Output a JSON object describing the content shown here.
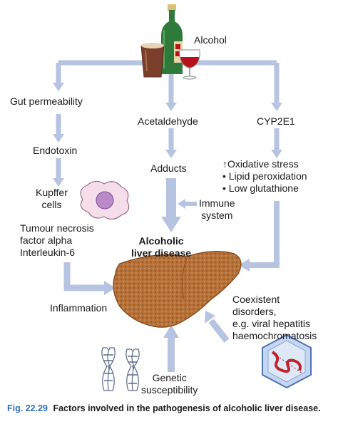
{
  "diagram": {
    "alcohol": "Alcohol",
    "gut_permeability": "Gut permeability",
    "acetaldehyde": "Acetaldehyde",
    "cyp2e1": "CYP2E1",
    "endotoxin": "Endotoxin",
    "adducts": "Adducts",
    "oxidative_stress": "↑Oxidative stress",
    "lipid_peroxidation": "• Lipid peroxidation",
    "low_glutathione": "• Low glutathione",
    "kupffer_line1": "Kupffer",
    "kupffer_line2": "cells",
    "immune_line1": "Immune",
    "immune_line2": "system",
    "tnf_line1": "Tumour necrosis",
    "tnf_line2": "factor alpha",
    "il6": "Interleukin-6",
    "ald_line1": "Alcoholic",
    "ald_line2": "liver disease",
    "inflammation": "Inflammation",
    "coexistent_line1": "Coexistent",
    "coexistent_line2": "disorders,",
    "coexistent_line3": "e.g. viral hepatitis",
    "coexistent_line4": "haemochromatosis",
    "genetic_line1": "Genetic",
    "genetic_line2": "susceptibility"
  },
  "caption": {
    "figure": "Fig. 22.29",
    "text": "Factors involved in the pathogenesis of alcoholic liver disease."
  },
  "colors": {
    "arrow": "#b6c4e2",
    "liver": "#b8733a",
    "caption_fig": "#2d6fb3",
    "bottle": "#2f7a3a",
    "wine": "#b5141d",
    "beer": "#7a3f2a",
    "hexagon": "#c7d6f0"
  }
}
